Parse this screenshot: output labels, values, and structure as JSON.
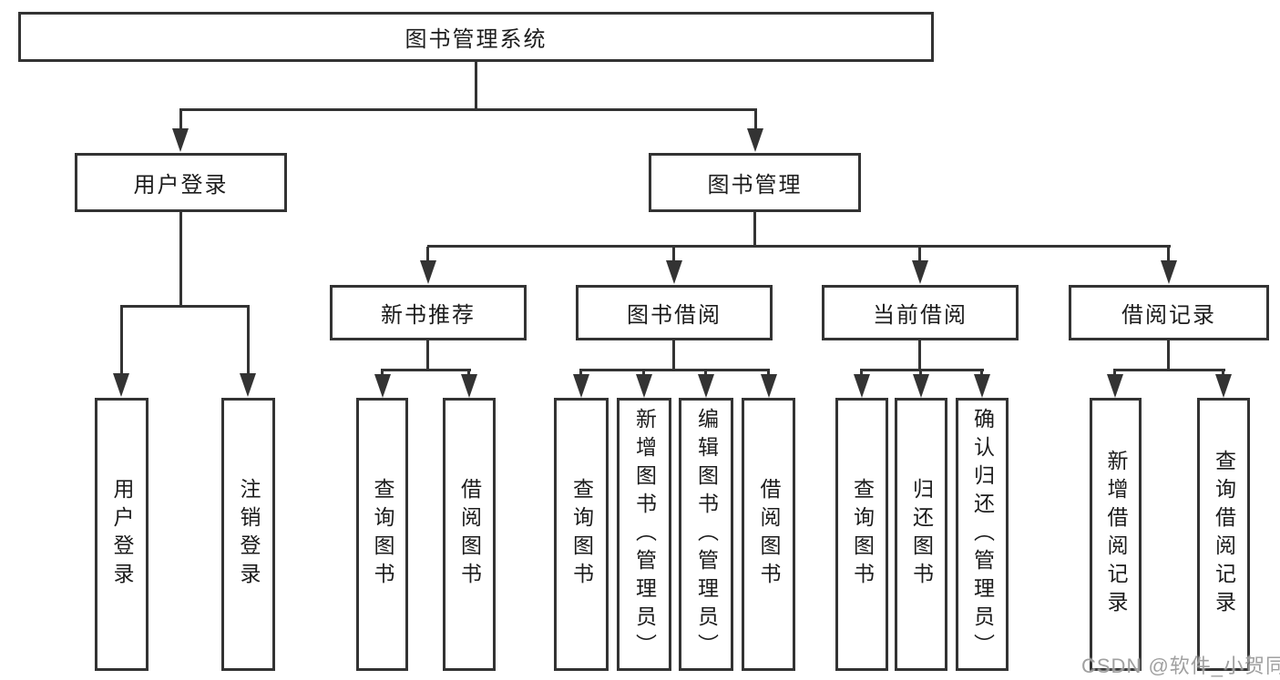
{
  "tree": {
    "root": "图书管理系统",
    "branches": [
      {
        "label": "用户登录",
        "children": [
          "用户登录",
          "注销登录"
        ]
      },
      {
        "label": "图书管理",
        "groups": [
          {
            "label": "新书推荐",
            "children": [
              "查询图书",
              "借阅图书"
            ]
          },
          {
            "label": "图书借阅",
            "children": [
              "查询图书",
              "新增图书（管理员）",
              "编辑图书（管理员）",
              "借阅图书"
            ]
          },
          {
            "label": "当前借阅",
            "children": [
              "查询图书",
              "归还图书",
              "确认归还（管理员）"
            ]
          },
          {
            "label": "借阅记录",
            "children": [
              "新增借阅记录",
              "查询借阅记录"
            ]
          }
        ]
      }
    ]
  },
  "watermark": "CSDN @软件_小贺同学",
  "colors": {
    "line": "#333333",
    "box_border": "#333333",
    "box_fill": "#ffffff",
    "text": "#1c1c1c",
    "watermark": "#989898"
  }
}
